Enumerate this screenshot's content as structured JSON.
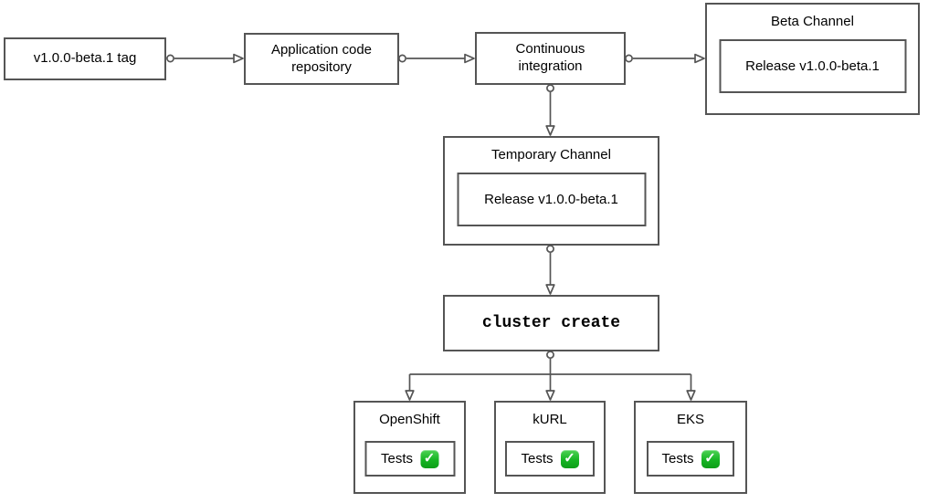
{
  "diagram": {
    "tag_box": {
      "label": "v1.0.0-beta.1 tag"
    },
    "repo_box": {
      "label": "Application code repository"
    },
    "ci_box": {
      "label": "Continuous integration"
    },
    "beta_channel": {
      "title": "Beta Channel",
      "release_label": "Release v1.0.0-beta.1"
    },
    "temporary_channel": {
      "title": "Temporary Channel",
      "release_label": "Release v1.0.0-beta.1"
    },
    "cluster_create_box": {
      "label": "cluster create"
    },
    "clusters": [
      {
        "title": "OpenShift",
        "tests_label": "Tests",
        "status_icon": "check-mark-button"
      },
      {
        "title": "kURL",
        "tests_label": "Tests",
        "status_icon": "check-mark-button"
      },
      {
        "title": "EKS",
        "tests_label": "Tests",
        "status_icon": "check-mark-button"
      }
    ],
    "check_icon": {
      "glyph": "✓",
      "color_top": "#4fd356",
      "color_bottom": "#0c9e18"
    },
    "colors": {
      "box_border": "#555555",
      "connector": "#555555",
      "box_fill": "#ffffff",
      "background": "#ffffff",
      "text": "#000000"
    }
  }
}
